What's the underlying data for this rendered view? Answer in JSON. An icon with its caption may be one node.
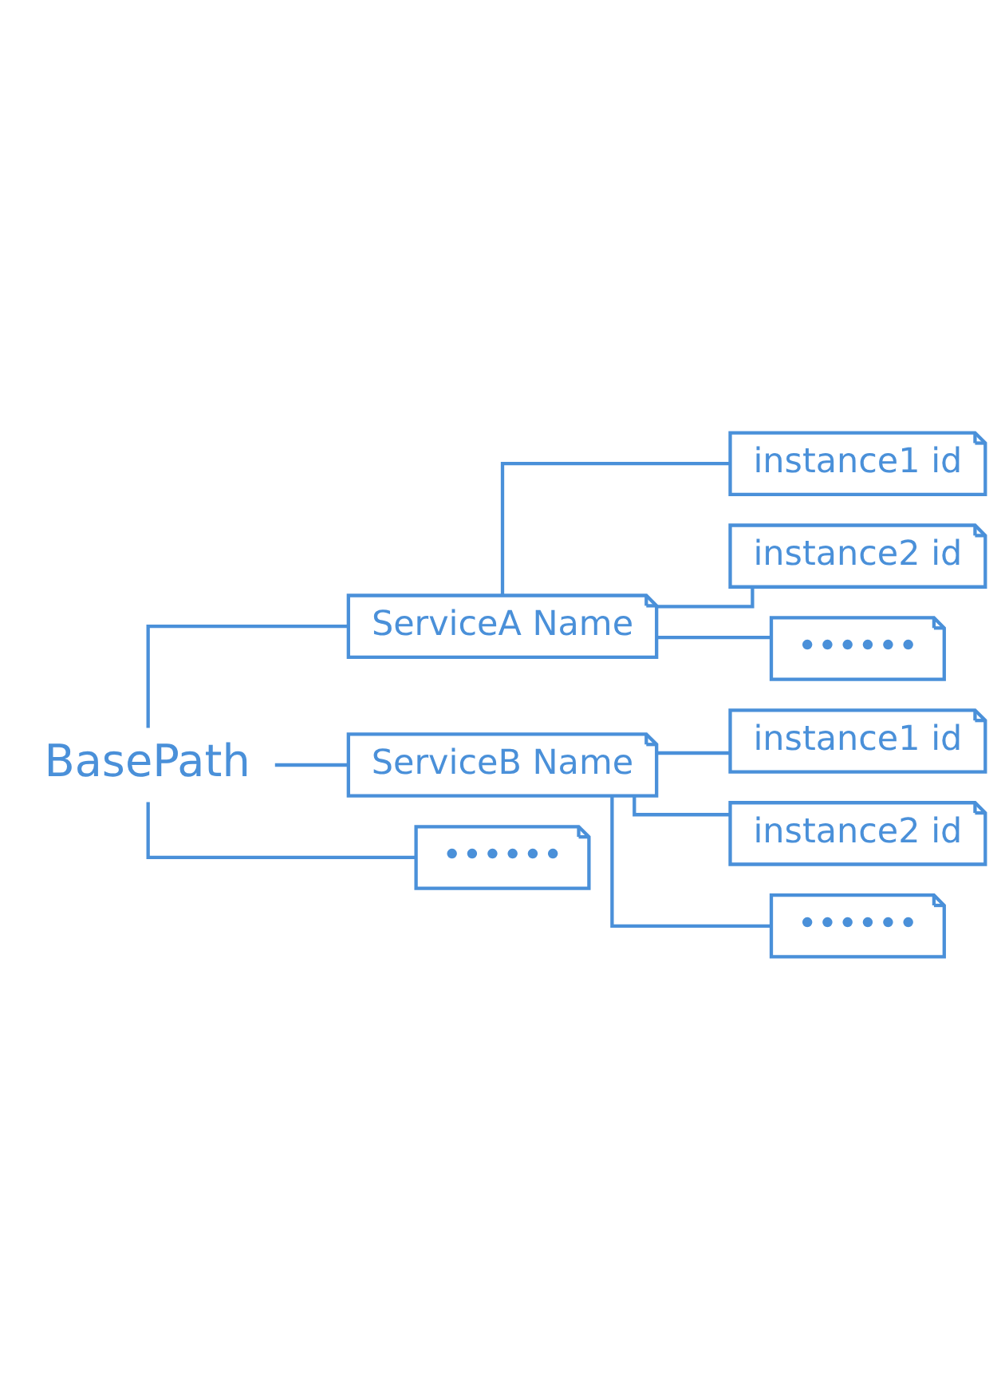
{
  "diagram": {
    "nodes": [
      {
        "text": [
          "BasePath"
        ]
      },
      {
        "text": [
          "ServiceA Name"
        ]
      },
      {
        "text": [
          "instance1 id"
        ]
      },
      {
        "text": [
          "instance2 id"
        ]
      },
      {
        "text": [
          "••••••"
        ]
      },
      {
        "text": [
          "ServiceB Name"
        ]
      },
      {
        "text": [
          "instance1 id"
        ]
      },
      {
        "text": [
          "instance2 id"
        ]
      },
      {
        "text": [
          "••••••"
        ]
      },
      {
        "text": [
          "••••••"
        ]
      }
    ],
    "edges": [
      {
        "from": 0,
        "to": 1,
        "arrow": "none"
      },
      {
        "from": 1,
        "to": 2,
        "arrow": "none"
      },
      {
        "from": 1,
        "to": 3,
        "arrow": "none"
      },
      {
        "from": 1,
        "to": 4,
        "arrow": "none"
      },
      {
        "from": 0,
        "to": 5,
        "arrow": "none"
      },
      {
        "from": 5,
        "to": 6,
        "arrow": "none"
      },
      {
        "from": 5,
        "to": 7,
        "arrow": "none"
      },
      {
        "from": 5,
        "to": 8,
        "arrow": "none"
      },
      {
        "from": 0,
        "to": 9,
        "arrow": "none"
      }
    ]
  }
}
